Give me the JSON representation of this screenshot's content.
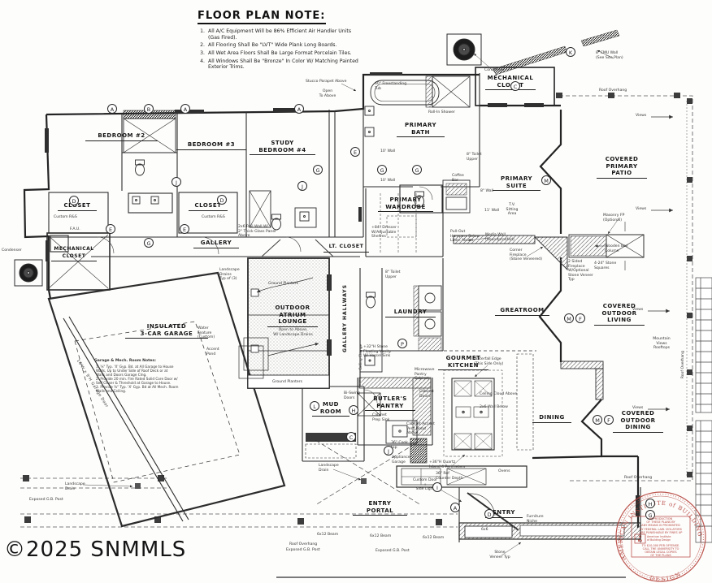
{
  "colors": {
    "ink": "#2a2a2a",
    "stamp_red": "#b5443c",
    "paper": "#fdfdfc"
  },
  "watermark": {
    "text": "©2025 SNMMLS"
  },
  "notes": {
    "title": "FLOOR PLAN NOTE:",
    "items": [
      {
        "num": "1.",
        "text": "All A/C Equipment Will be 86% Efficient Air Handler Units (Gas Fired)."
      },
      {
        "num": "2.",
        "text": "All Flooring Shall Be \"LVT\" Wide Plank Long Boards."
      },
      {
        "num": "3.",
        "text": "All Wet Area Floors Shall Be Large Format Porcelain Tiles."
      },
      {
        "num": "4.",
        "text": "All Windows Shall Be \"Bronze\" In Color W/ Matching Painted Exterior Trims."
      }
    ]
  },
  "rooms": {
    "bedroom2": "BEDROOM #2",
    "bedroom3": "BEDROOM #3",
    "study_bedroom4": "STUDY\nBEDROOM #4",
    "primary_bath": "PRIMARY\nBATH",
    "mech_closet_top": "MECHANICAL\nCLOSET",
    "primary_suite": "PRIMARY\nSUITE",
    "covered_primary_patio": "COVERED\nPRIMARY\nPATIO",
    "closet_left": "CLOSET",
    "closet_mid": "CLOSET",
    "mech_closet_left": "MECHANICAL\nCLOSET",
    "gallery": "GALLERY",
    "primary_wardrobe": "PRIMARY\nWARDROBE",
    "lt_closet": "LT. CLOSET",
    "outdoor_atrium": "OUTDOOR\nATRIUM\nLOUNGE",
    "gallery_hallways": "GALLERY HALLWAYS",
    "garage": "INSULATED\n3-CAR GARAGE",
    "laundry": "LAUNDRY",
    "greatroom": "GREATROOM",
    "covered_outdoor_living": "COVERED\nOUTDOOR\nLIVING",
    "gourmet_kitchen": "GOURMET\nKITCHEN",
    "butlers_pantry": "BUTLER'S\nPANTRY",
    "mud_room": "MUD\nROOM",
    "dining": "DINING",
    "covered_outdoor_dining": "COVERED\nOUTDOOR\nDINING",
    "entry_portal": "ENTRY\nPORTAL",
    "entry": "ENTRY"
  },
  "annotations": {
    "condenser": "Condenser",
    "cmu_wall": "8' CMU Wall\n(See Site Plan)",
    "roof_overhang": "Roof Overhang",
    "views": "Views",
    "masonry_fp": "Masonry FP\n(Optional)",
    "wooden_box_column": "Wooden Box\nColumn",
    "stone_squares": "4-24\" Stone\nSquares",
    "two_sided_fp": "2 Sided\nFireplace\nW/Optional\nStone Veneer\nTyp",
    "mountain_views": "Mountain\nViews\nRooftops",
    "media_wall": "Media Wall\n(Soundproofed)",
    "corner_fp": "Corner\nFireplace\n(Stone Veneered)",
    "pullout_hampers": "Pull-Out\nHampers Below\nLinen Above",
    "tv_sitting": "T.V.\nSitting\nArea",
    "coffee_bar": "Coffee\nBar",
    "wall_8": "8\" Wall",
    "wall_10": "10' Wall",
    "wall_11": "11' Wall",
    "stucco_parapet": "Stucco Parapet Above",
    "open_to_above": "Open\nTo Above",
    "rollin_shower": "Roll-In Shower",
    "freestanding_tub": "60\" Freestanding\nTub",
    "toilet_upper": "8\" Toilet\nUpper",
    "dresser": "+84\" Dresser\nW/Adjustable\nShelves",
    "stone_vanity": "+32\"H Stone\nFloating Vanity\nW/ Vessel Sink",
    "waterfall_edge": "Waterfall Edge\n(This Side Only)",
    "ceiling_cloud": "Ceiling Cloud Above",
    "wall_2x6_below": "2x6 Wall Below",
    "microwave_cab": "Microwave\nPantry\nCabinet",
    "cabinet_doors": "Cabinet\nDoors",
    "prep_sink": "Cabinet\nPrep Sink",
    "vent_hood": "Cabinet Accent\nVent Hood\nAbove",
    "cooktop": "36\" Cook\ntop",
    "appliance_garage": "Appliance\nGarage",
    "quartz_island": "+36\"H Quartz\nIsland 4 Perimeters",
    "ref_counter": "36\" Ref\nCounter Depth",
    "ovens": "Ovens",
    "custom_door": "Custom Door\n+\nSide Light",
    "furniture_niche": "Furniture\nNiche",
    "stone_veneer": "Stone\nVeneer Typ",
    "bench_6x6": "6x6",
    "exposed_post": "Exposed G.B. Post",
    "beam_6x12": "6x12 Beam",
    "landscape_drain": "Landscape\nDrain",
    "landscape_drains_3": "Landscape\nDrains\nTyp of (3)",
    "water_feature": "Water\nFeature\n(Custom)",
    "accent_pond": "Accent\nPond",
    "ground_planters": "Ground Planters",
    "atrium_open": "Open to Above,\nW/ Landscape Drains",
    "rail_wall": "2x6 Rail Wall W/\n2\" Thick Glass Panel\nAbove",
    "garage_notes_title": "Garage & Mech. Room Notes:",
    "garage_notes": "1.  ⅝\" Typ. 'X' Gyp. Bd. at All Garage to House\n      Walls, Up to Under Side of Roof Deck or at\n      Walls and Doors Garage Clng.\n2.  Provide 20 min. Fire Rated Solid Core Door w/\n      Self Closer & Threshold at Garage to House.\n3.  Provide ⅝\" Typ. 'X' Gyp. Bd at All Mech. Room\n      Walls and Ceiling.",
    "garage_door": "16'W x 9'H  Garage Door",
    "bi_swing": "Bi-Swing\nDoors",
    "custom_rs": "Custom R&S",
    "fau": "F.A.U.",
    "ceiling_change": "Ceiling Change"
  },
  "bubbles": {
    "b1": "A",
    "b2": "B",
    "b3": "A",
    "b4": "A",
    "b5": "D",
    "b6": "D",
    "b7": "E",
    "b8": "G",
    "b9": "E",
    "b10": "J",
    "b11": "G",
    "b12": "J",
    "b13": "C",
    "b14": "K",
    "b15": "E",
    "b16": "G",
    "b17": "G",
    "b18": "M",
    "b19": "M",
    "b20": "F",
    "b21": "M",
    "b22": "F",
    "b23": "P",
    "b24": "L",
    "b25": "H",
    "b26": "C",
    "b27": "J",
    "b28": "I",
    "b29": "A",
    "b30": "D",
    "b31": "H",
    "b32": "G"
  },
  "stamp": {
    "arc_top": "AMERICAN  INSTITUTE  of  BUILDING",
    "arc_bottom": "DESIGN",
    "body_top": "REPRODUCTION\nOF THESE PLANS BY\nANY MEANS IS PROHIBITED\nBY FEDERAL LAW. VIOLATORS\nARE PUNISHABLE BY FINES UP",
    "logo_abbr": "AI\nBD",
    "logo_text": "American Institute\nof Building Design",
    "body_bottom": "TO $10,000 PER OFFENSE.\nCALL THE UNIVERSITY TO\nOBTAIN LEGAL COPIES\nOF THE PLANS"
  }
}
